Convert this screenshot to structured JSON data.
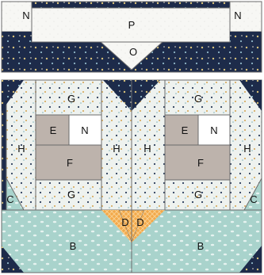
{
  "labels": {
    "n_top_left": "N",
    "p": "P",
    "n_top_right": "N",
    "o": "O",
    "g_tl": "G",
    "g_tr": "G",
    "e_left": "E",
    "n_left": "N",
    "e_right": "E",
    "n_right": "N",
    "h1": "H",
    "h2": "H",
    "h3": "H",
    "h4": "H",
    "f_left": "F",
    "f_right": "F",
    "c_left": "C",
    "c_right": "C",
    "g_bl": "G",
    "g_br": "G",
    "d1": "D",
    "d2": "D",
    "b_left": "B",
    "b_right": "B"
  },
  "colors": {
    "navy_print": "#1d2b4a",
    "white_print": "#f7f7f4",
    "star_print": "#eef2ef",
    "mint_print": "#a9d3cc",
    "taupe_solid": "#bdb3ac",
    "orange_check": "#f3a94a",
    "seam": "#6b6b6b"
  }
}
